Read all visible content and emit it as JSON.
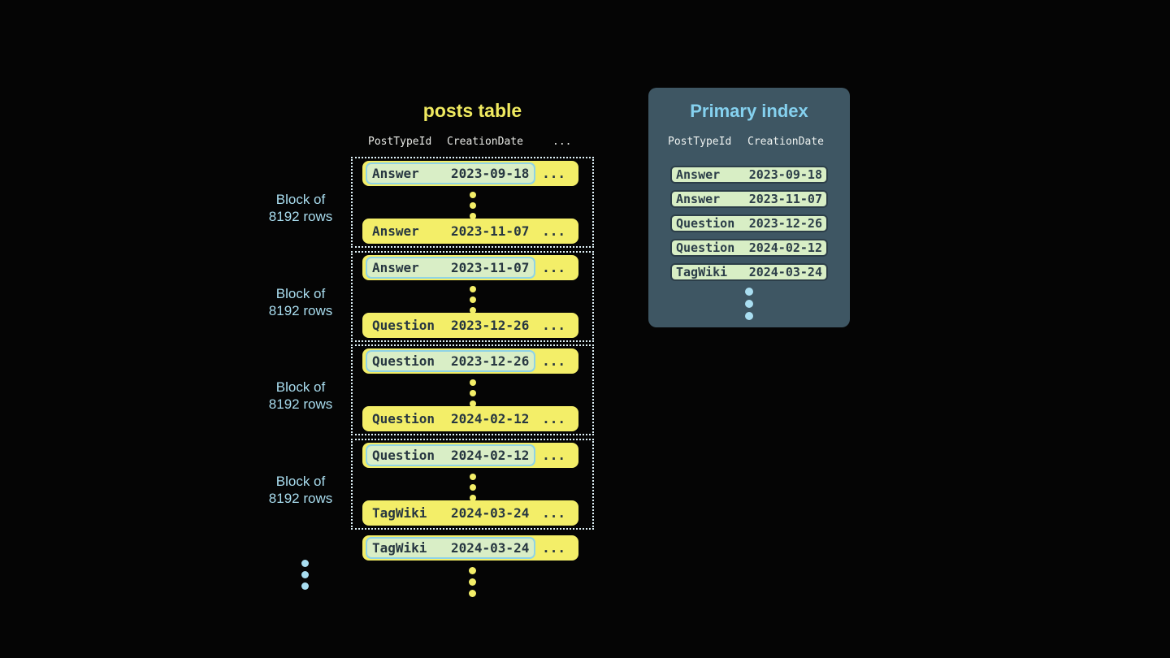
{
  "posts_table": {
    "title": "posts table",
    "columns": [
      "PostTypeId",
      "CreationDate",
      "..."
    ],
    "blocks": [
      {
        "label": [
          "Block of",
          "8192 rows"
        ],
        "first_row": {
          "type": "Answer",
          "date": "2023-09-18",
          "more": "..."
        },
        "last_row": {
          "type": "Answer",
          "date": "2023-11-07",
          "more": "..."
        }
      },
      {
        "label": [
          "Block of",
          "8192 rows"
        ],
        "first_row": {
          "type": "Answer",
          "date": "2023-11-07",
          "more": "..."
        },
        "last_row": {
          "type": "Question",
          "date": "2023-12-26",
          "more": "..."
        }
      },
      {
        "label": [
          "Block of",
          "8192 rows"
        ],
        "first_row": {
          "type": "Question",
          "date": "2023-12-26",
          "more": "..."
        },
        "last_row": {
          "type": "Question",
          "date": "2024-02-12",
          "more": "..."
        }
      },
      {
        "label": [
          "Block of",
          "8192 rows"
        ],
        "first_row": {
          "type": "Question",
          "date": "2024-02-12",
          "more": "..."
        },
        "last_row": {
          "type": "TagWiki",
          "date": "2024-03-24",
          "more": "..."
        }
      }
    ],
    "overflow_row": {
      "type": "TagWiki",
      "date": "2024-03-24",
      "more": "..."
    }
  },
  "primary_index": {
    "title": "Primary index",
    "columns": [
      "PostTypeId",
      "CreationDate"
    ],
    "rows": [
      {
        "type": "Answer",
        "date": "2023-09-18"
      },
      {
        "type": "Answer",
        "date": "2023-11-07"
      },
      {
        "type": "Question",
        "date": "2023-12-26"
      },
      {
        "type": "Question",
        "date": "2024-02-12"
      },
      {
        "type": "TagWiki",
        "date": "2024-03-24"
      }
    ]
  },
  "colors": {
    "background": "#050505",
    "row_yellow": "#f3ee68",
    "title_yellow": "#f0ea60",
    "highlight_mint": "#d9eec6",
    "highlight_border_cyan": "#8fd3e6",
    "dark_text": "#273741",
    "panel_slate": "#3e5663",
    "light_blue_text": "#a9ddef",
    "panel_title_blue": "#85d1ef",
    "index_row_mint": "#d8eec5",
    "index_row_border": "#2c3e49",
    "dotted_block_border": "#dff1f7"
  }
}
